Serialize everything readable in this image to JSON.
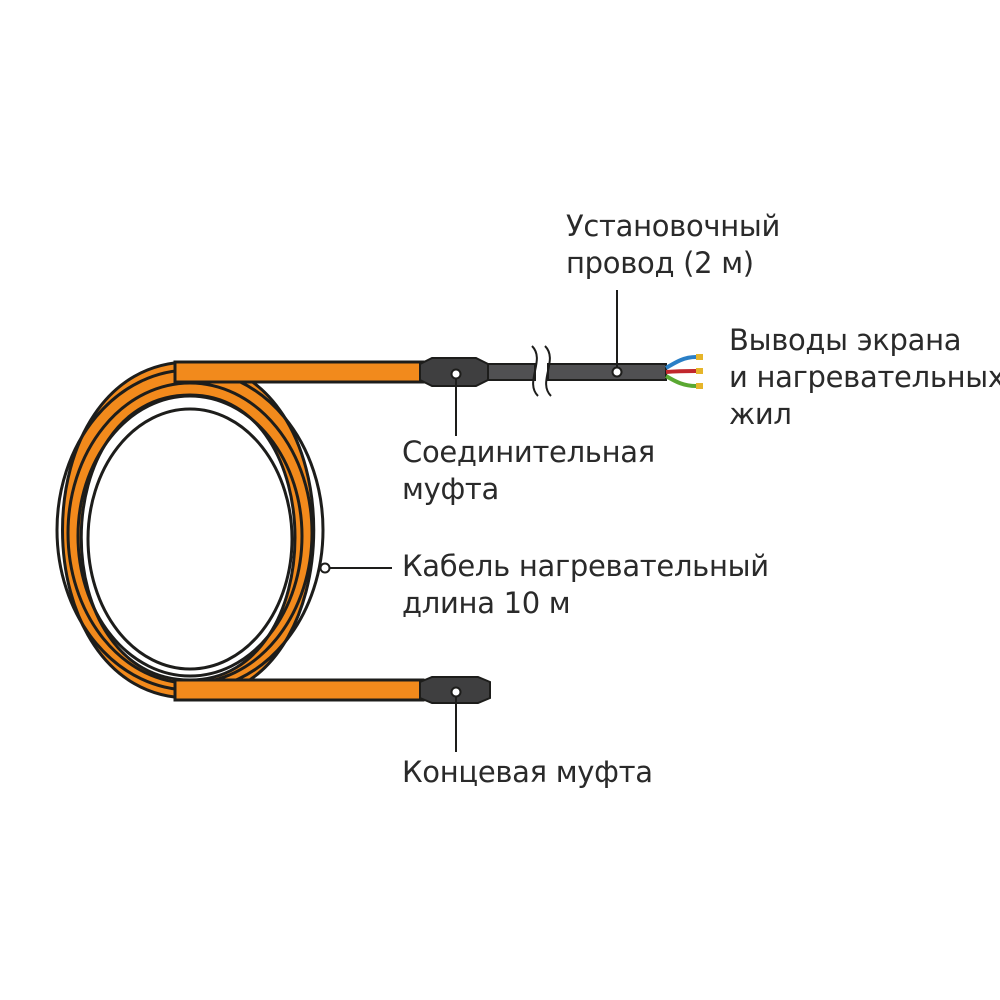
{
  "colors": {
    "cable": "#f28a1c",
    "cable_stripe": "#1d1d1b",
    "sleeve": "#3f3f40",
    "lead_wire": "#505052",
    "core_blue": "#2a7fc6",
    "core_red": "#c1272d",
    "core_green": "#5aa832",
    "core_tip": "#e6b52a",
    "leader_line": "#1d1d1b",
    "text": "#2a2a2a"
  },
  "labels": {
    "install_wire": {
      "line1": "Установочный",
      "line2": "провод (2 м)"
    },
    "lead_outputs": {
      "line1": "Выводы экрана",
      "line2": "и нагревательных",
      "line3": "жил"
    },
    "joint_sleeve": {
      "line1": "Соединительная",
      "line2": "муфта"
    },
    "heating_cable": {
      "line1": "Кабель нагревательный",
      "line2": "длина 10 м"
    },
    "end_sleeve": {
      "line1": "Концевая муфта"
    }
  }
}
